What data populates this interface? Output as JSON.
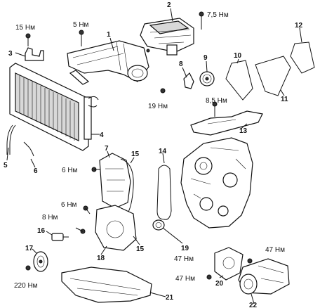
{
  "parts": {
    "p1": "1",
    "p2": "2",
    "p3": "3",
    "p4": "4",
    "p5": "5",
    "p6": "6",
    "p7": "7",
    "p8": "8",
    "p9": "9",
    "p10": "10",
    "p11": "11",
    "p12": "12",
    "p13": "13",
    "p14": "14",
    "p15a": "15",
    "p15b": "15",
    "p16": "16",
    "p17": "17",
    "p18": "18",
    "p19": "19",
    "p20": "20",
    "p21": "21",
    "p22": "22"
  },
  "torques": {
    "t15": "15 Нм",
    "t5": "5 Нм",
    "t7_5": "7,5 Нм",
    "t19": "19 Нм",
    "t8_5": "8,5 Нм",
    "t6a": "6 Нм",
    "t6b": "6 Нм",
    "t8": "8 Нм",
    "t220": "220 Нм",
    "t47a": "47 Нм",
    "t47b": "47 Нм",
    "t47c": "47 Нм"
  }
}
